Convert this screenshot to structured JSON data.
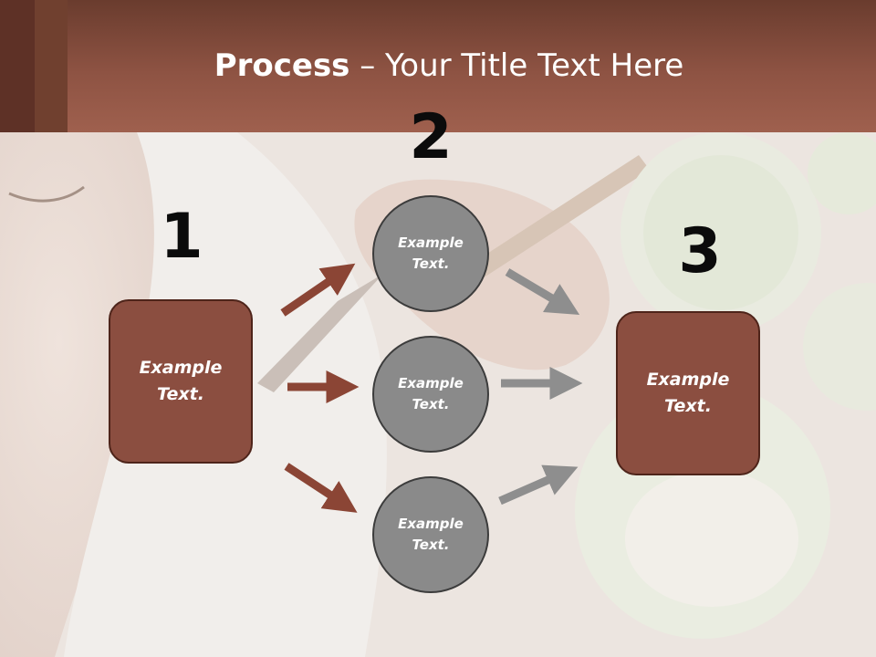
{
  "slide": {
    "title_bold": "Process",
    "title_rest": " – Your Title Text Here"
  },
  "steps": [
    {
      "number": "1",
      "text": "Example Text."
    },
    {
      "number": "2",
      "text": "Example Text."
    },
    {
      "number": "3",
      "text": "Example Text."
    }
  ],
  "middle_circles": [
    {
      "text": "Example Text."
    },
    {
      "text": "Example Text."
    },
    {
      "text": "Example Text."
    }
  ],
  "colors": {
    "header": "#8e5343",
    "box_fill": "#8b4e40",
    "circle_fill": "#8a8a8a",
    "left_arrows": "#8b4535",
    "right_arrows": "#8e8e8e"
  }
}
